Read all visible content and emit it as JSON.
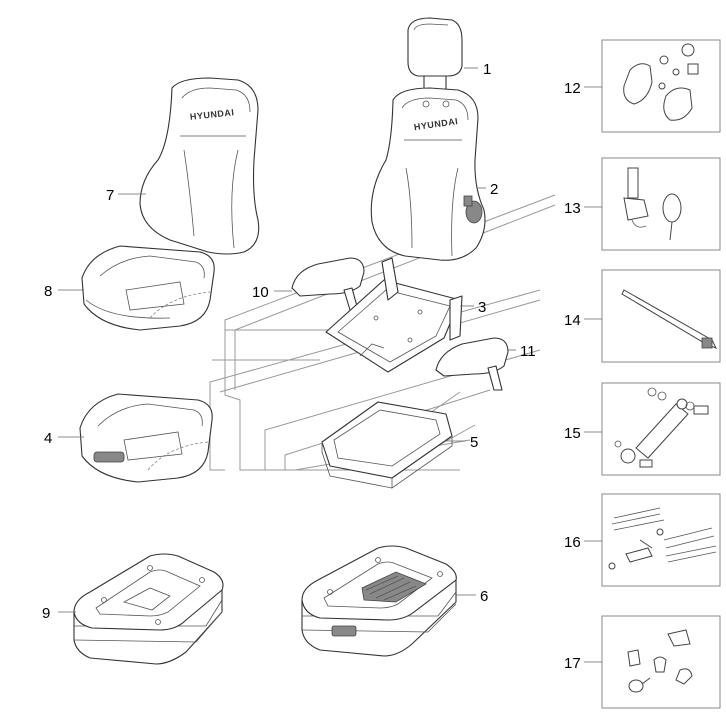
{
  "diagram": {
    "brand_text": "HYUNDAI",
    "callouts": [
      "1",
      "2",
      "3",
      "4",
      "5",
      "6",
      "7",
      "8",
      "9",
      "10",
      "11",
      "12",
      "13",
      "14",
      "15",
      "16",
      "17"
    ]
  }
}
